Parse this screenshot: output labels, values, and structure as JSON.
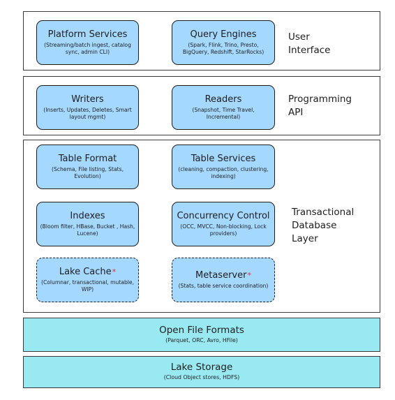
{
  "layers": {
    "user_interface": {
      "label": "User\nInterface",
      "platform_services": {
        "title": "Platform Services",
        "desc": "(Streaming/batch ingest, catalog sync, admin CLI)"
      },
      "query_engines": {
        "title": "Query Engines",
        "desc": "(Spark, Flink, Trino, Presto, BigQuery, Redshift, StarRocks)"
      }
    },
    "programming_api": {
      "label": "Programming\nAPI",
      "writers": {
        "title": "Writers",
        "desc": "(Inserts, Updates, Deletes, Smart layout mgmt)"
      },
      "readers": {
        "title": "Readers",
        "desc": "(Snapshot, Time Travel, Incremental)"
      }
    },
    "transactional": {
      "label": "Transactional\nDatabase\nLayer",
      "table_format": {
        "title": "Table Format",
        "desc": "(Schema, File listing, Stats, Evolution)"
      },
      "table_services": {
        "title": "Table Services",
        "desc": "(cleaning, compaction, clustering, indexing)"
      },
      "indexes": {
        "title": "Indexes",
        "desc": "(Bloom filter, HBase, Bucket , Hash, Lucene)"
      },
      "concurrency_control": {
        "title": "Concurrency Control",
        "desc": "(OCC, MVCC, Non-blocking, Lock providers)"
      },
      "lake_cache": {
        "title": "Lake Cache",
        "star": "*",
        "desc": "(Columnar, transactional, mutable, WIP)"
      },
      "metaserver": {
        "title": "Metaserver",
        "star": "*",
        "desc": "(Stats, table service coordination)"
      }
    },
    "open_file_formats": {
      "title": "Open File Formats",
      "desc": "(Parquet, ORC, Avro, HFile)"
    },
    "lake_storage": {
      "title": "Lake Storage",
      "desc": "(Cloud Object stores, HDFS)"
    }
  },
  "colors": {
    "component_fill": "#a5d8ff",
    "storage_fill": "#99e9f2",
    "star": "#e03131",
    "stroke": "#1e1e1e"
  }
}
